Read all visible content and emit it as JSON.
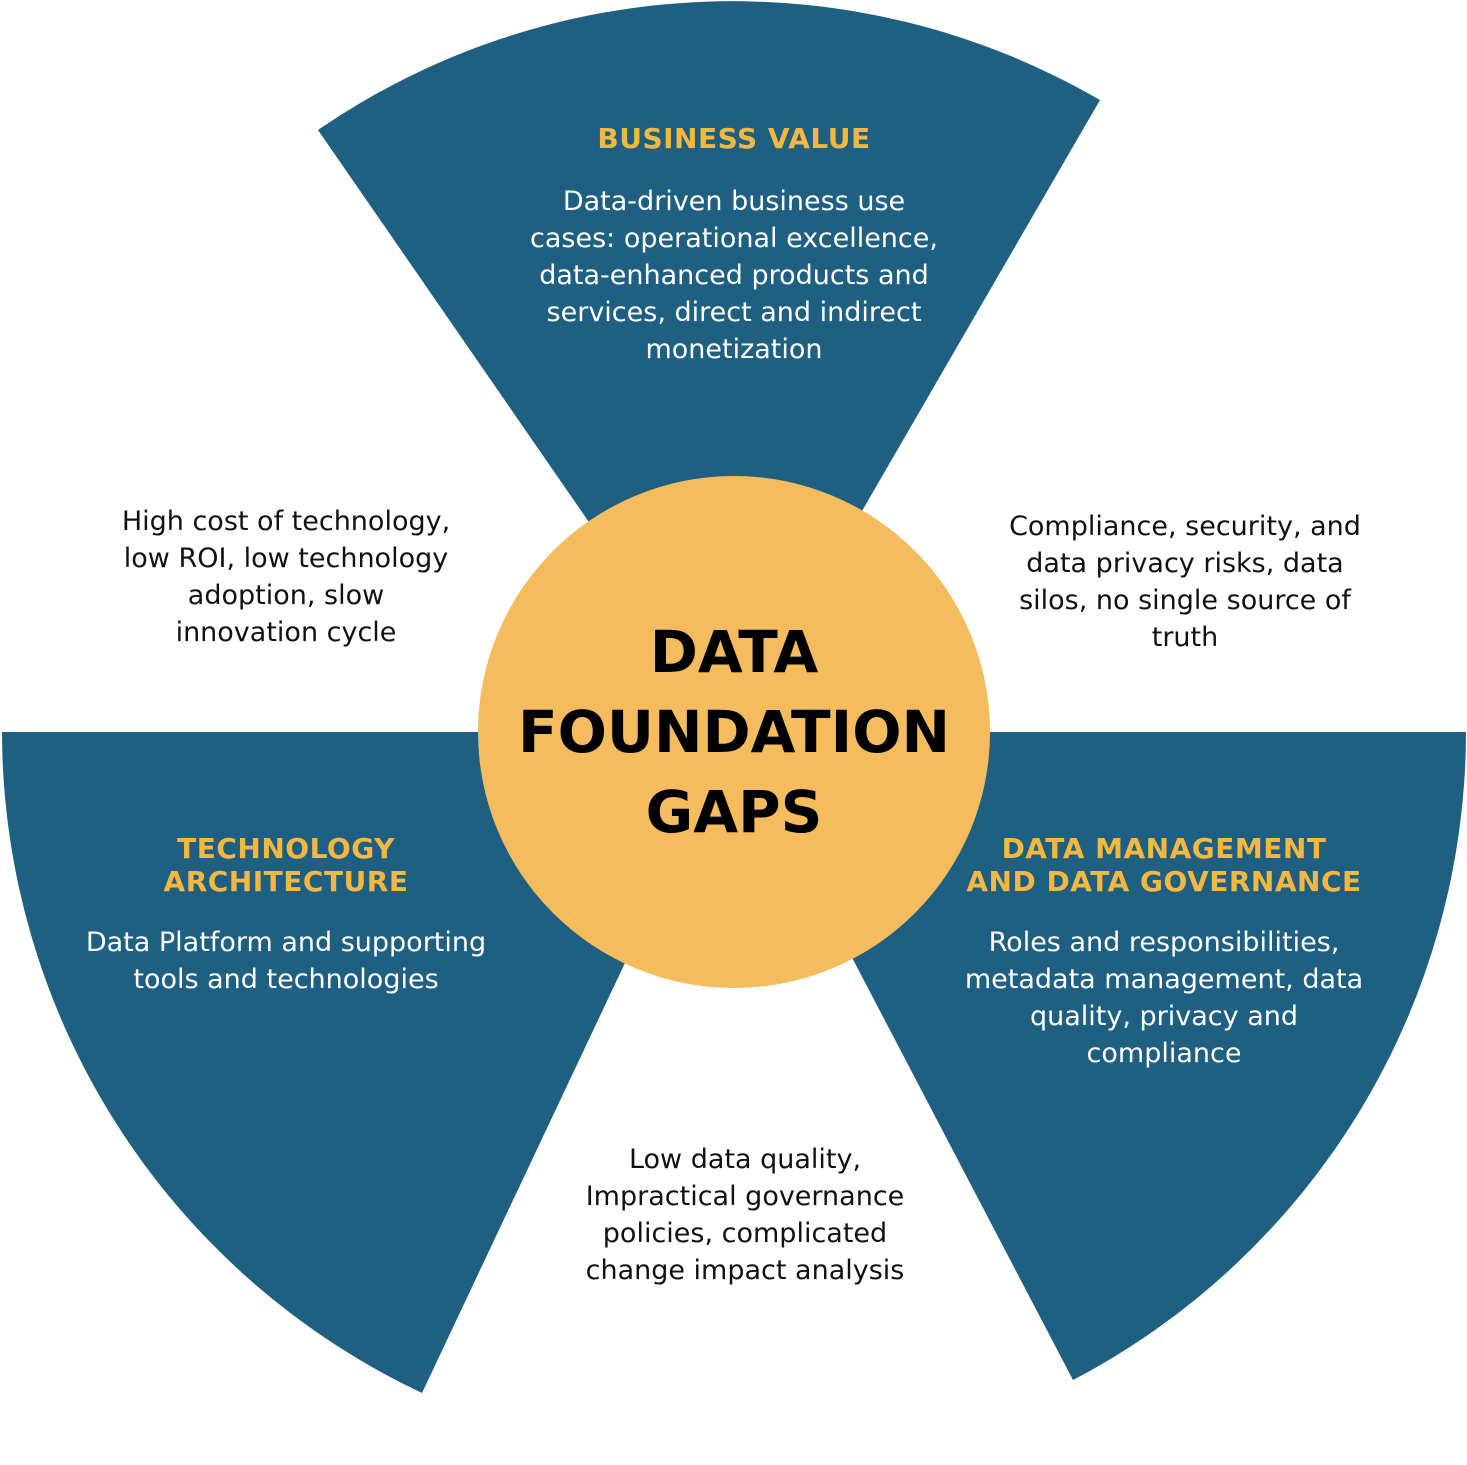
{
  "colors": {
    "wedge": "#1F6082",
    "center": "#F4BC5C",
    "accent_title": "#F4B840",
    "light_text": "#FFFFFF",
    "dark_text": "#111111"
  },
  "center": {
    "line1": "DATA",
    "line2": "FOUNDATION",
    "line3": "GAPS"
  },
  "segments": [
    {
      "id": "business-value",
      "title_lines": [
        "BUSINESS VALUE"
      ],
      "description_lines": [
        "Data-driven business use",
        "cases: operational excellence,",
        "data-enhanced products and",
        "services, direct and indirect",
        "monetization"
      ]
    },
    {
      "id": "technology-architecture",
      "title_lines": [
        "TECHNOLOGY",
        "ARCHITECTURE"
      ],
      "description_lines": [
        "Data Platform and supporting",
        "tools and technologies"
      ]
    },
    {
      "id": "data-management-governance",
      "title_lines": [
        "DATA MANAGEMENT",
        "AND DATA GOVERNANCE"
      ],
      "description_lines": [
        "Roles and responsibilities,",
        "metadata management, data",
        "quality, privacy and",
        "compliance"
      ]
    }
  ],
  "gaps": [
    {
      "id": "gap-business-technology",
      "lines": [
        "High cost of technology,",
        "low ROI, low technology",
        "adoption, slow",
        "innovation cycle"
      ]
    },
    {
      "id": "gap-business-governance",
      "lines": [
        "Compliance, security, and",
        "data privacy risks, data",
        "silos, no single source of",
        "truth"
      ]
    },
    {
      "id": "gap-technology-governance",
      "lines": [
        "Low data quality,",
        "Impractical governance",
        "policies, complicated",
        "change impact analysis"
      ]
    }
  ]
}
